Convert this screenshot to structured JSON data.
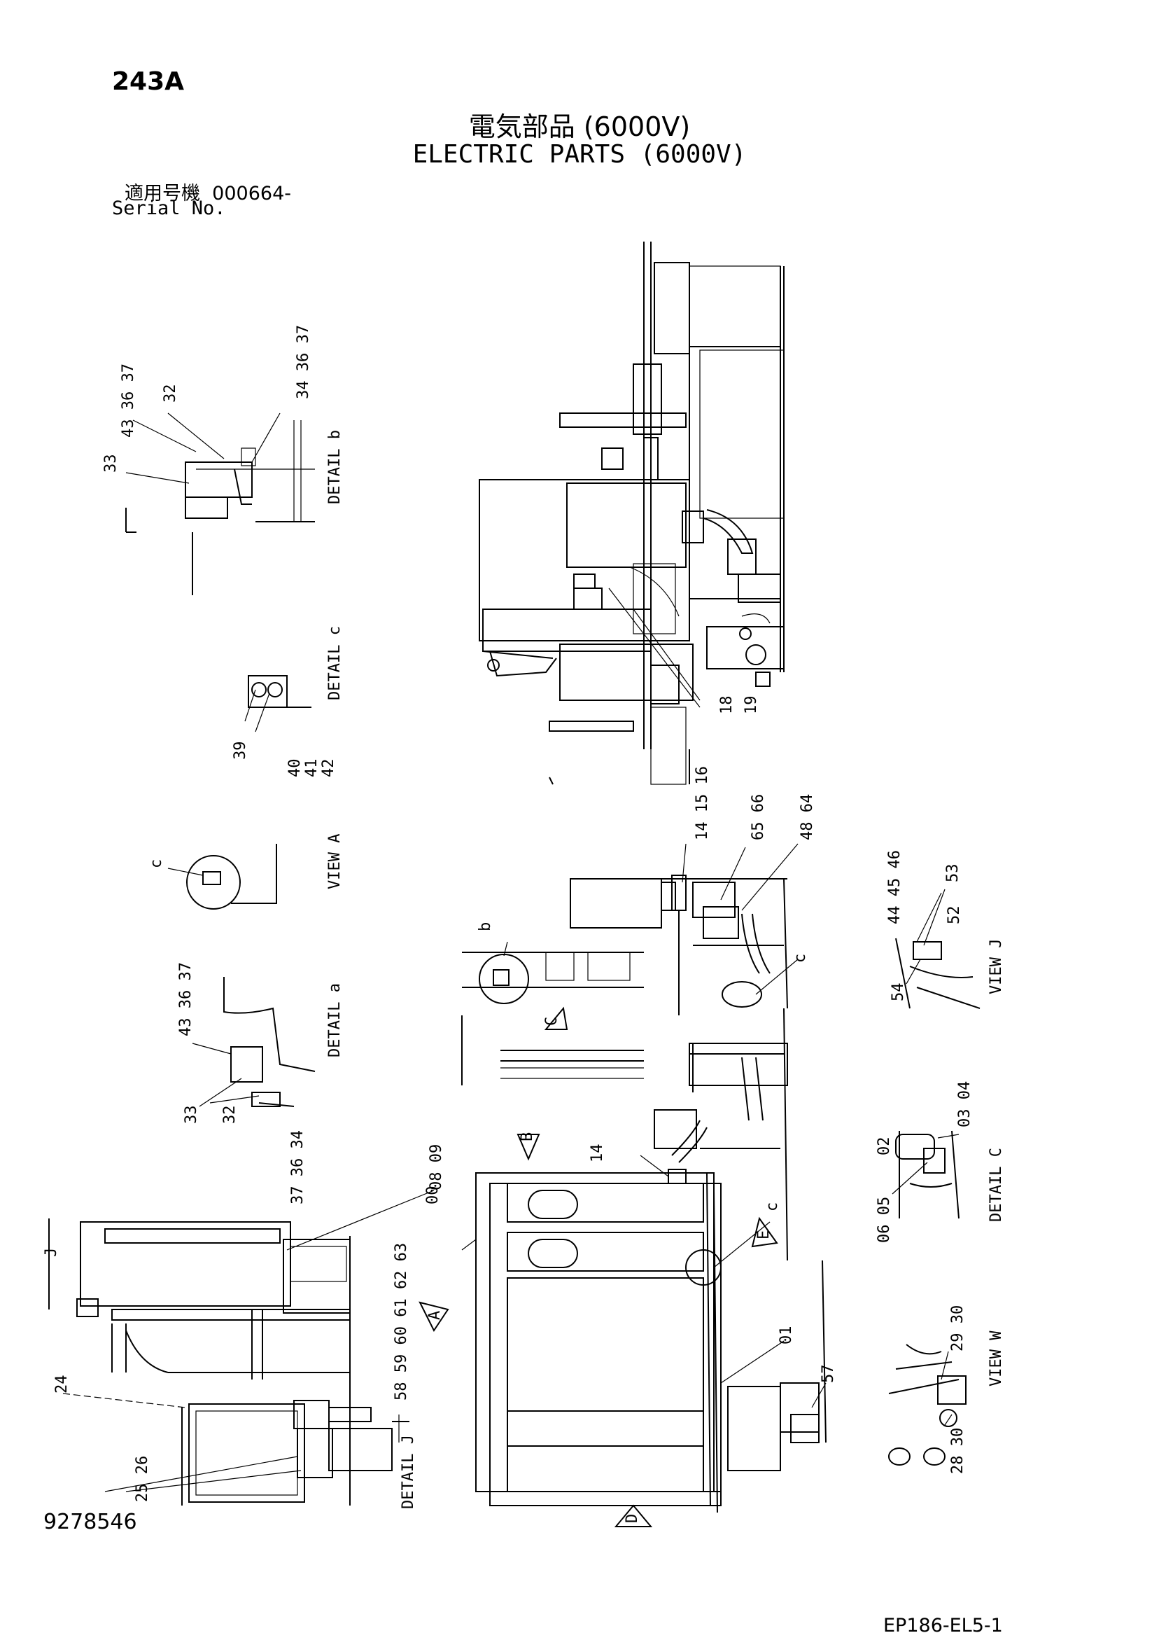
{
  "header": {
    "page_code": "243A",
    "title_jp": "電気部品 (6000V)",
    "title_en": "ELECTRIC PARTS (6000V)",
    "serial_label_jp": "適用号機",
    "serial_value": "000664-",
    "serial_label_en": "Serial No."
  },
  "footer": {
    "doc_number": "9278546",
    "ref_code": "EP186-EL5-1"
  },
  "callouts": {
    "c00": "00",
    "c01": "01",
    "c02": "02",
    "c0304": "03 04",
    "c0605": "06 05",
    "c0809": "08 09",
    "c14a": "14",
    "c141516": "14 15 16",
    "c18": "18",
    "c19": "19",
    "c24": "24",
    "c2526": "25 26",
    "c2930": "29 30",
    "c2830": "28 30",
    "c32a": "32",
    "c33a": "33",
    "c433637a": "43 36 37",
    "c343637": "34 36 37",
    "c32b": "32",
    "c33b": "33",
    "c433637b": "43  36  37",
    "c373634": "37 36 34",
    "c39": "39",
    "c40": "40",
    "c41": "41",
    "c42": "42",
    "c444546": "44 45 46",
    "c52": "52",
    "c53": "53",
    "c54": "54",
    "c57": "57",
    "c5859": "58 59 60 61 62 63",
    "c6566": "65 66",
    "c4864": "48 64",
    "detail_b": "b",
    "detail_c1": "c",
    "detail_c2": "c",
    "detail_c3": "c"
  },
  "view_labels": {
    "view_a": "A",
    "view_b": "B",
    "view_c": "C",
    "view_d": "D",
    "view_e": "E",
    "view_j": "J"
  },
  "detail_tags": {
    "tag_b": "DETAIL b",
    "tag_c": "DETAIL c",
    "tag_a": "DETAIL a",
    "tag_A": "VIEW A",
    "tag_J": "DETAIL J",
    "tag_C": "DETAIL C",
    "tag_W": "VIEW W",
    "tag_Jv": "VIEW J"
  }
}
